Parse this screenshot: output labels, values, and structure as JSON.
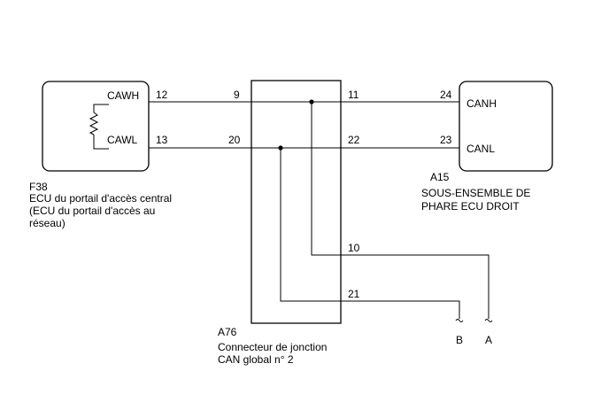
{
  "left_ecu": {
    "code": "F38",
    "name_lines": [
      "ECU du portail d'accès central",
      "(ECU du portail d'accès au",
      "réseau)"
    ],
    "pins": [
      {
        "label": "CAWH",
        "num": "12"
      },
      {
        "label": "CAWL",
        "num": "13"
      }
    ]
  },
  "junction": {
    "code": "A76",
    "name_lines": [
      "Connecteur de jonction",
      "CAN global n° 2"
    ],
    "pins_left": [
      "9",
      "20"
    ],
    "pins_right": [
      "11",
      "22",
      "10",
      "21"
    ]
  },
  "right_ecu": {
    "code": "A15",
    "name_lines": [
      "SOUS-ENSEMBLE DE",
      "PHARE ECU DROIT"
    ],
    "pins": [
      {
        "label": "CANH",
        "num": "24"
      },
      {
        "label": "CANL",
        "num": "23"
      }
    ]
  },
  "continuations": [
    "B",
    "A"
  ]
}
